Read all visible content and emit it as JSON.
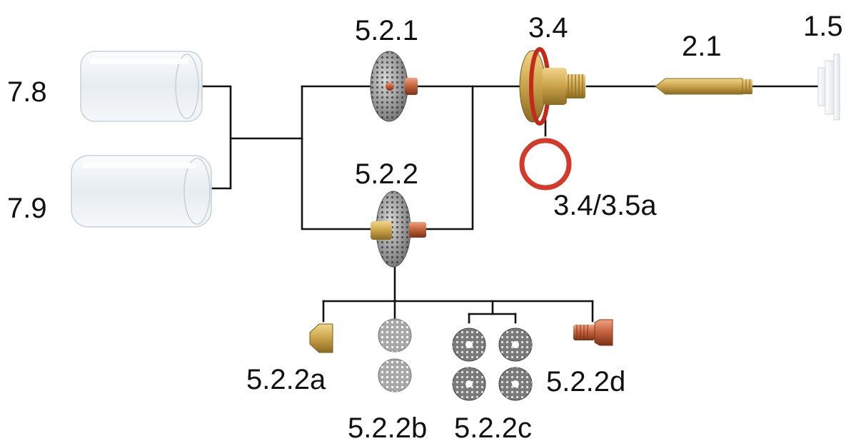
{
  "diagram": {
    "type": "exploded parts diagram",
    "labels": {
      "glass_large": "7.8",
      "glass_small": "7.9",
      "gas_lens_1": "5.2.1",
      "gas_lens_2": "5.2.2",
      "collet_body": "3.4",
      "o_ring": "3.4/3.5a",
      "collet": "2.1",
      "insulator": "1.5",
      "nut": "5.2.2a",
      "screen_pair": "5.2.2b",
      "screen_set": "5.2.2c",
      "body_piece": "5.2.2d"
    },
    "colors": {
      "line": "#111111",
      "brass": "#c9a24a",
      "copper": "#c0603a",
      "steel": "#8a8a8a",
      "o_ring": "#d33a2a",
      "glass": "#e9eef2"
    }
  }
}
